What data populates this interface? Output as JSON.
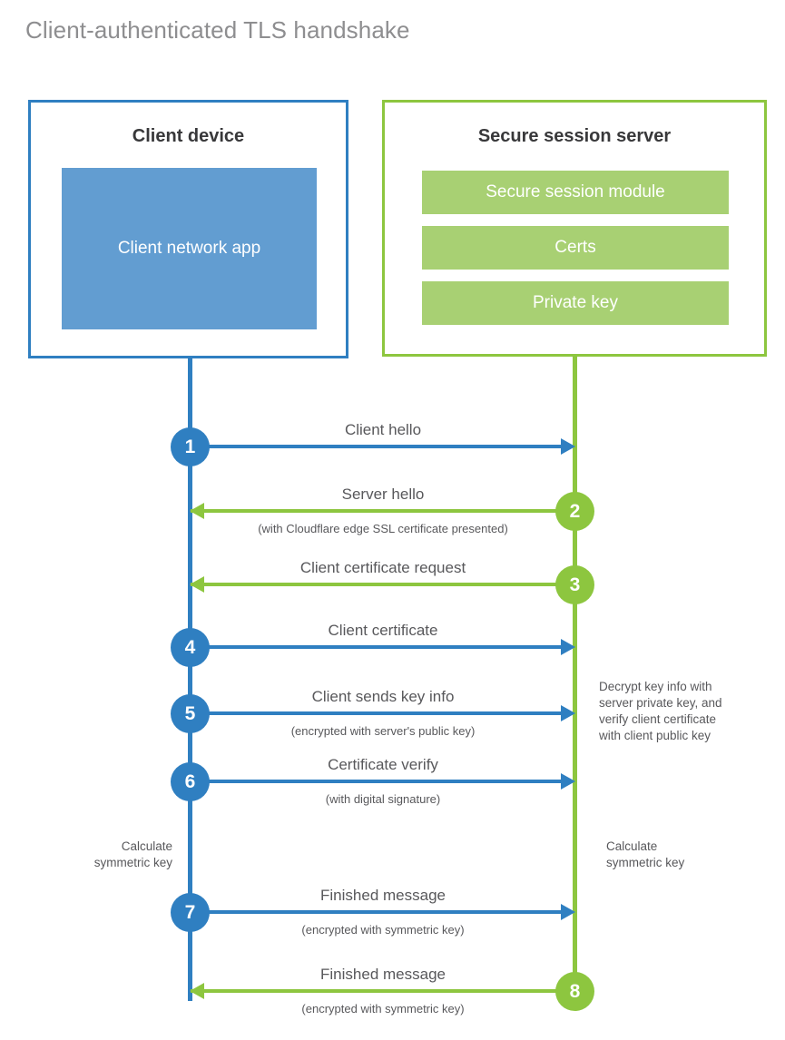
{
  "title": "Client-authenticated TLS handshake",
  "colors": {
    "client_blue": "#2F7FC1",
    "client_app_blue": "#629DD1",
    "server_green": "#8DC63F",
    "server_bar_green": "#A8D073",
    "text_gray": "#58585B",
    "title_gray": "#8E8E90",
    "heading_dark": "#38383A"
  },
  "client": {
    "title": "Client device",
    "app_label": "Client network app"
  },
  "server": {
    "title": "Secure session server",
    "modules": [
      "Secure session module",
      "Certs",
      "Private key"
    ]
  },
  "messages": [
    {
      "step": "1",
      "label": "Client hello",
      "sub": "",
      "direction": "right",
      "color": "blue"
    },
    {
      "step": "2",
      "label": "Server hello",
      "sub": "(with Cloudflare edge SSL certificate presented)",
      "direction": "left",
      "color": "green"
    },
    {
      "step": "3",
      "label": "Client certificate request",
      "sub": "",
      "direction": "left",
      "color": "green"
    },
    {
      "step": "4",
      "label": "Client certificate",
      "sub": "",
      "direction": "right",
      "color": "blue"
    },
    {
      "step": "5",
      "label": "Client sends key info",
      "sub": "(encrypted with server's public key)",
      "direction": "right",
      "color": "blue"
    },
    {
      "step": "6",
      "label": "Certificate verify",
      "sub": "(with digital signature)",
      "direction": "right",
      "color": "blue"
    },
    {
      "step": "7",
      "label": "Finished message",
      "sub": "(encrypted with symmetric key)",
      "direction": "right",
      "color": "blue"
    },
    {
      "step": "8",
      "label": "Finished message",
      "sub": "(encrypted with symmetric key)",
      "direction": "left",
      "color": "green"
    }
  ],
  "notes": {
    "server_decrypt": {
      "lines": [
        "Decrypt key info with",
        "server private key, and",
        "verify client certificate",
        "with client public key"
      ]
    },
    "client_symmetric": {
      "lines": [
        "Calculate",
        "symmetric key"
      ]
    },
    "server_symmetric": {
      "lines": [
        "Calculate",
        "symmetric key"
      ]
    }
  }
}
